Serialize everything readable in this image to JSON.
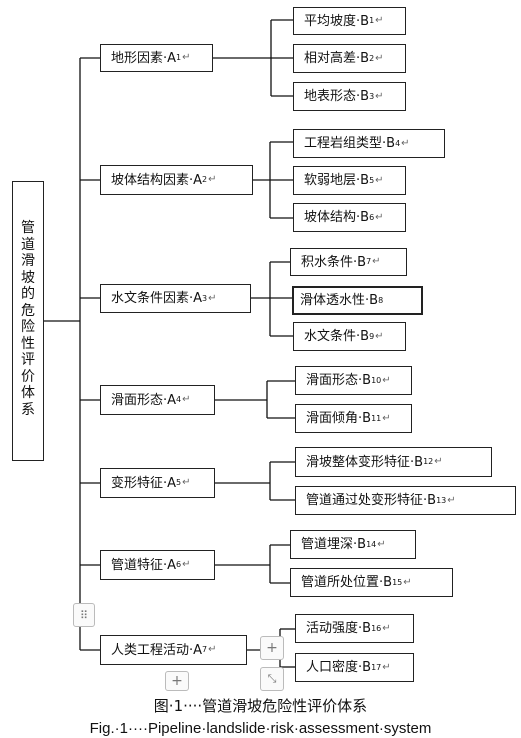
{
  "root": {
    "label": "管道滑坡的危险性评价体系"
  },
  "factors": [
    {
      "label": "地形因素·A",
      "sub": "1"
    },
    {
      "label": "坡体结构因素·A",
      "sub": "2"
    },
    {
      "label": "水文条件因素·A",
      "sub": "3"
    },
    {
      "label": "滑面形态·A",
      "sub": "4"
    },
    {
      "label": "变形特征·A",
      "sub": "5"
    },
    {
      "label": "管道特征·A",
      "sub": "6"
    },
    {
      "label": "人类工程活动·A",
      "sub": "7"
    }
  ],
  "indicators": [
    {
      "label": "平均坡度·B",
      "sub": "1"
    },
    {
      "label": "相对高差·B",
      "sub": "2"
    },
    {
      "label": "地表形态·B",
      "sub": "3"
    },
    {
      "label": "工程岩组类型·B",
      "sub": "4"
    },
    {
      "label": "软弱地层·B",
      "sub": "5"
    },
    {
      "label": "坡体结构·B",
      "sub": "6"
    },
    {
      "label": "积水条件·B",
      "sub": "7"
    },
    {
      "label": "滑体透水性·B",
      "sub": "8"
    },
    {
      "label": "水文条件·B",
      "sub": "9"
    },
    {
      "label": "滑面形态·B",
      "sub": "10"
    },
    {
      "label": "滑面倾角·B",
      "sub": "11"
    },
    {
      "label": "滑坡整体变形特征·B",
      "sub": "12"
    },
    {
      "label": "管道通过处变形特征·B",
      "sub": "13"
    },
    {
      "label": "管道埋深·B",
      "sub": "14"
    },
    {
      "label": "管道所处位置·B",
      "sub": "15"
    },
    {
      "label": "活动强度·B",
      "sub": "16"
    },
    {
      "label": "人口密度·B",
      "sub": "17"
    }
  ],
  "captions": {
    "chinese": "图·1····管道滑坡危险性评价体系",
    "english": "Fig.·1····Pipeline·landslide·risk·assessment·system"
  },
  "marks": {
    "paragraph": "↵"
  },
  "icons": {
    "move_handle": "move-handle-icon",
    "add": "plus-icon",
    "resize": "resize-icon"
  }
}
